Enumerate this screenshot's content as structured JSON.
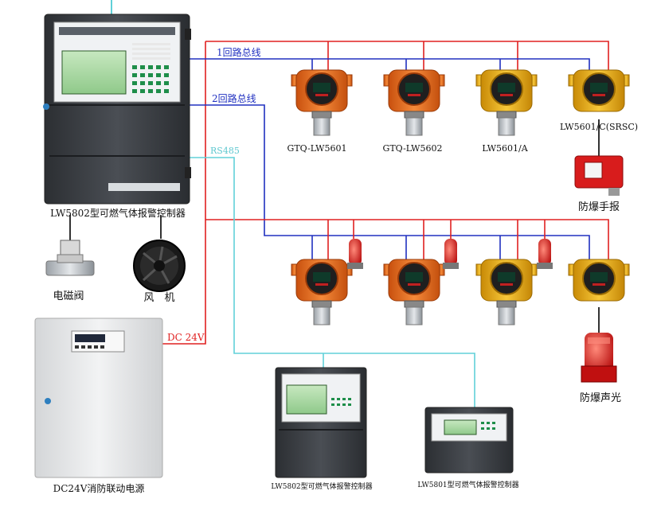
{
  "bus": {
    "loop1": "1回路总线",
    "loop2": "2回路总线",
    "rs485": "RS485",
    "dc24v": "DC 24V"
  },
  "devices": {
    "controller_main": "LW5802型可燃气体报警控制器",
    "solenoid_valve": "电磁阀",
    "fan": "风　机",
    "power_supply": "DC24V消防联动电源",
    "controller_lw5802": "LW5802型可燃气体报警控制器",
    "controller_lw5801": "LW5801型可燃气体报警控制器",
    "manual_alarm": "防爆手报",
    "sound_light_alarm": "防爆声光"
  },
  "detectors": {
    "d1": "GTQ-LW5601",
    "d2": "GTQ-LW5602",
    "d3": "LW5601/A",
    "d4": "LW5601/C(SRSC)"
  },
  "colors": {
    "red_wire": "#e02020",
    "blue_wire": "#2030c0",
    "cyan_wire": "#60d0d8",
    "orange_detector": "#f07020",
    "yellow_detector": "#f0b010",
    "cabinet": "#3a3d42"
  }
}
